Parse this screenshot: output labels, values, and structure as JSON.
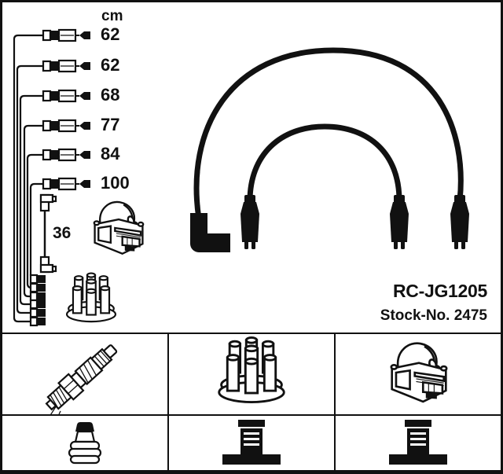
{
  "product": {
    "part_number": "RC-JG1205",
    "stock_number": "Stock-No. 2475"
  },
  "diagram": {
    "unit_label": "cm",
    "cable_lengths": [
      "62",
      "62",
      "68",
      "77",
      "84",
      "100"
    ],
    "coil_cable_length": "36",
    "icons": [
      "cable-harness",
      "ignition-coil",
      "distributor-cap",
      "ignition-cable-outer-arc",
      "ignition-cable-inner-arc"
    ]
  },
  "legend": {
    "row1_icons": [
      "spark-plug",
      "distributor-cap",
      "ignition-coil"
    ],
    "row2_icons": [
      "plug-terminal-nut",
      "distributor-terminal",
      "distributor-terminal"
    ]
  },
  "colors": {
    "line": "#111111",
    "background": "#ffffff"
  }
}
